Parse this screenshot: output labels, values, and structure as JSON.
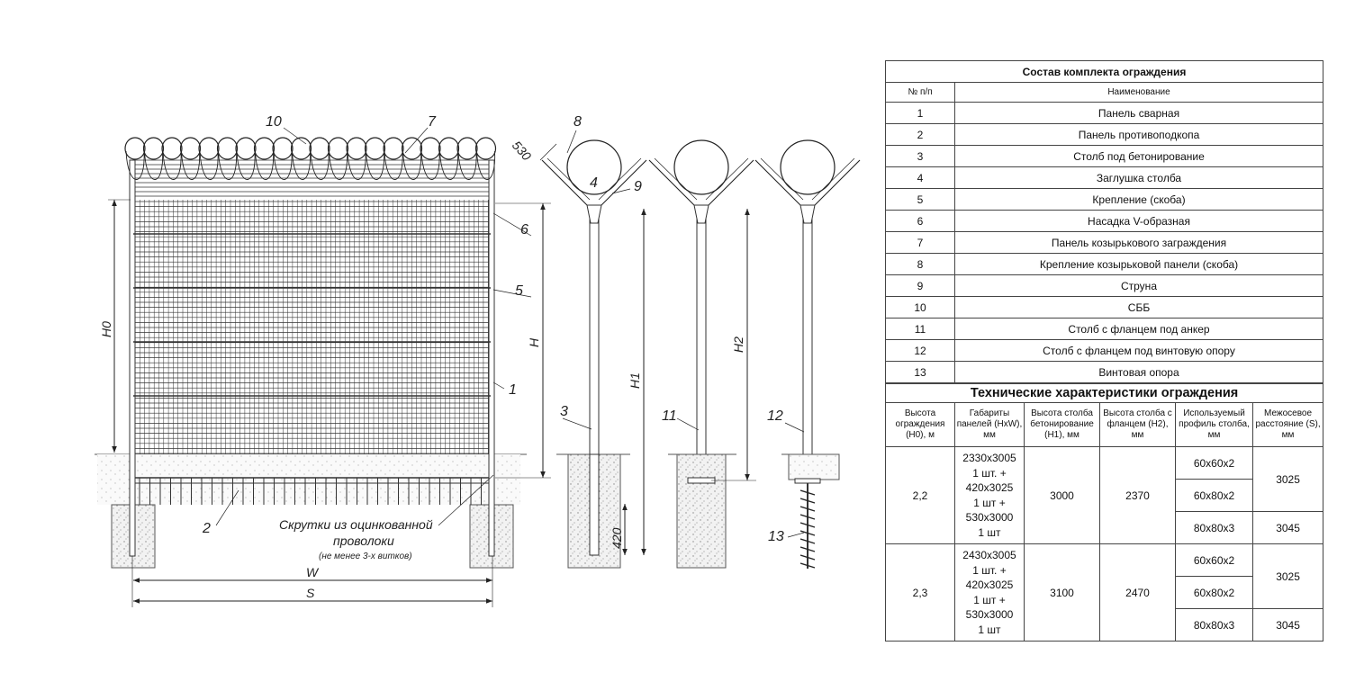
{
  "labels": {
    "n1": "1",
    "n2": "2",
    "n3": "3",
    "n4": "4",
    "n5": "5",
    "n6": "6",
    "n7": "7",
    "n8": "8",
    "n9": "9",
    "n10": "10",
    "n11": "11",
    "n12": "12",
    "n13": "13"
  },
  "dims": {
    "h0": "H0",
    "h": "H",
    "h1": "H1",
    "h2": "H2",
    "w": "W",
    "s": "S",
    "d530": "530",
    "d420": "420"
  },
  "note": {
    "line1": "Скрутки из оцинкованной",
    "line2": "проволоки",
    "line3": "(не менее 3-х витков)"
  },
  "composition": {
    "title": "Состав комплекта ограждения",
    "col_num": "№ п/п",
    "col_name": "Наименование",
    "rows": [
      {
        "num": "1",
        "name": "Панель сварная"
      },
      {
        "num": "2",
        "name": "Панель противоподкопа"
      },
      {
        "num": "3",
        "name": "Столб под бетонирование"
      },
      {
        "num": "4",
        "name": "Заглушка столба"
      },
      {
        "num": "5",
        "name": "Крепление (скоба)"
      },
      {
        "num": "6",
        "name": "Насадка V-образная"
      },
      {
        "num": "7",
        "name": "Панель козырькового заграждения"
      },
      {
        "num": "8",
        "name": "Крепление козырьковой панели (скоба)"
      },
      {
        "num": "9",
        "name": "Струна"
      },
      {
        "num": "10",
        "name": "СББ"
      },
      {
        "num": "11",
        "name": "Столб с фланцем под анкер"
      },
      {
        "num": "12",
        "name": "Столб с фланцем под винтовую опору"
      },
      {
        "num": "13",
        "name": "Винтовая опора"
      }
    ]
  },
  "specs": {
    "title": "Технические характеристики ограждения",
    "headers": [
      "Высота ограждения (H0), м",
      "Габариты панелей (HxW), мм",
      "Высота столба бетонирование (H1), мм",
      "Высота столба с фланцем (H2), мм",
      "Используемый профиль столба, мм",
      "Межосевое расстояние (S), мм"
    ],
    "groups": [
      {
        "height": "2,2",
        "panels": [
          "2330x3005",
          "1 шт. +",
          "420x3025",
          "1 шт +",
          "530x3000",
          "1 шт"
        ],
        "h1": "3000",
        "h2": "2370",
        "profiles": [
          "60x60x2",
          "60x80x2",
          "80x80x3"
        ],
        "s_a": "3025",
        "s_b": "3045"
      },
      {
        "height": "2,3",
        "panels": [
          "2430x3005",
          "1 шт. +",
          "420x3025",
          "1 шт +",
          "530x3000",
          "1 шт"
        ],
        "h1": "3100",
        "h2": "2470",
        "profiles": [
          "60x60x2",
          "60x80x2",
          "80x80x3"
        ],
        "s_a": "3025",
        "s_b": "3045"
      }
    ]
  }
}
